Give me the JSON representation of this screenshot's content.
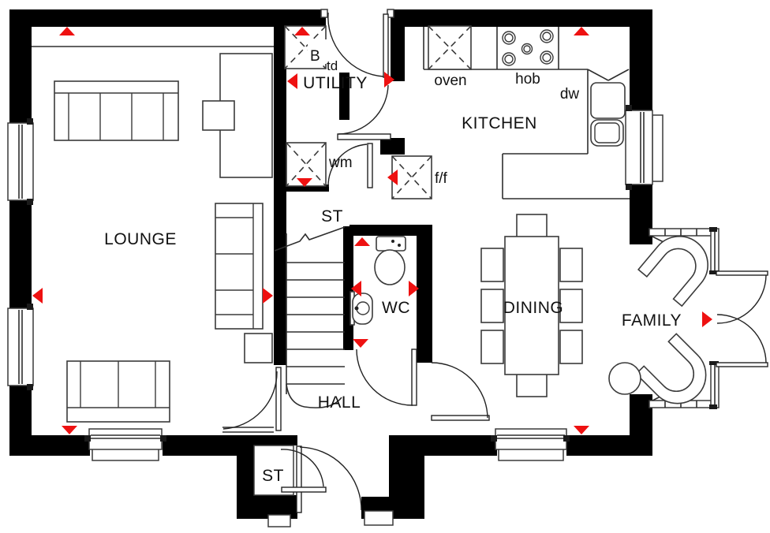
{
  "rooms": {
    "lounge": "LOUNGE",
    "utility": "UTILITY",
    "kitchen": "KITCHEN",
    "dining": "DINING",
    "family": "FAMILY",
    "hall": "HALL",
    "wc": "WC",
    "store_stairs": "ST",
    "store_hall": "ST"
  },
  "appliances": {
    "boiler": "B",
    "tumble_dryer": "td",
    "washing_machine": "wm",
    "oven": "oven",
    "hob": "hob",
    "dishwasher": "dw",
    "fridge_freezer": "f/f"
  },
  "colors": {
    "wall": "#000000",
    "detail_line": "#2e2e2e",
    "opening_marker": "#ee1111",
    "background": "#ffffff"
  }
}
